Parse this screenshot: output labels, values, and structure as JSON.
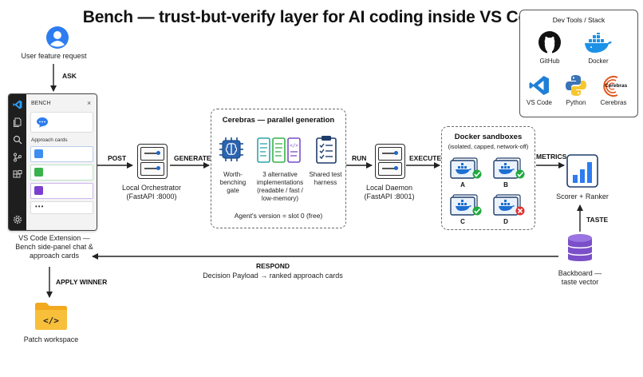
{
  "title": "Bench — trust-but-verify layer for AI coding inside VS Code",
  "user": {
    "label": "User feature request"
  },
  "edges": {
    "ask": "ASK",
    "post": "POST",
    "generate": "GENERATE",
    "run": "RUN",
    "execute": "EXECUTE",
    "metrics": "METRICS",
    "taste": "TASTE",
    "respond": "RESPOND",
    "respond_detail": "Decision Payload → ranked approach cards",
    "apply_winner": "APPLY WINNER"
  },
  "vscode": {
    "panel_title": "BENCH",
    "cards_label": "Approach cards",
    "more": "•••",
    "card_colors": [
      "#3d8ef0",
      "#38b24a",
      "#7b3fcf",
      "#e0e0e0"
    ],
    "caption_line1": "VS Code Extension —",
    "caption_line2": "Bench side-panel chat &",
    "caption_line3": "approach cards"
  },
  "orchestrator": {
    "line1": "Local Orchestrator",
    "line2": "(FastAPI :8000)"
  },
  "cerebras": {
    "title": "Cerebras — parallel generation",
    "gate_line1": "Worth-benching",
    "gate_line2": "gate",
    "impl_line1": "3 alternative",
    "impl_line2": "implementations",
    "impl_line3": "(readable / fast /",
    "impl_line4": "low-memory)",
    "harness_line1": "Shared test",
    "harness_line2": "harness",
    "version": "Agent's version = slot 0 (free)"
  },
  "daemon": {
    "line1": "Local Daemon",
    "line2": "(FastAPI :8001)"
  },
  "docker": {
    "title": "Docker sandboxes",
    "subtitle": "(isolated, capped, network-off)",
    "boxes": [
      {
        "label": "A",
        "status": "pass"
      },
      {
        "label": "B",
        "status": "pass"
      },
      {
        "label": "C",
        "status": "pass"
      },
      {
        "label": "D",
        "status": "fail"
      }
    ]
  },
  "scorer": {
    "label": "Scorer + Ranker"
  },
  "backboard": {
    "line1": "Backboard —",
    "line2": "taste vector"
  },
  "patch": {
    "label": "Patch workspace"
  },
  "stack": {
    "title": "Dev Tools / Stack",
    "items": [
      {
        "label": "GitHub",
        "icon": "github-icon"
      },
      {
        "label": "Docker",
        "icon": "docker-icon"
      },
      {
        "label": "VS Code",
        "icon": "vscode-icon"
      },
      {
        "label": "Python",
        "icon": "python-icon"
      },
      {
        "label": "Cerebras",
        "icon": "cerebras-icon"
      }
    ],
    "cerebras_logo_text": "Cerebras"
  },
  "colors": {
    "accent_blue": "#1f66c9",
    "green": "#1faa3d",
    "red": "#e03131",
    "purple": "#7a4fc9"
  }
}
